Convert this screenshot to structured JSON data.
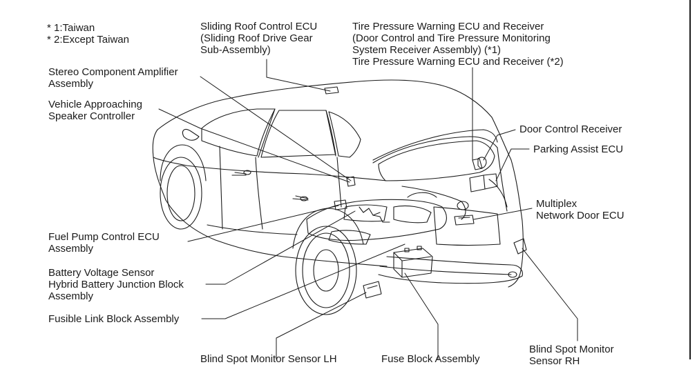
{
  "notes": {
    "line1": "* 1:Taiwan",
    "line2": "* 2:Except Taiwan"
  },
  "labels": {
    "sliding_roof": [
      "Sliding Roof Control ECU",
      "(Sliding Roof Drive Gear",
      "Sub-Assembly)"
    ],
    "tire_pressure": [
      "Tire Pressure Warning ECU and Receiver",
      "(Door Control and Tire Pressure Monitoring",
      "System Receiver Assembly) (*1)",
      "Tire Pressure Warning ECU and Receiver (*2)"
    ],
    "stereo_amp": [
      "Stereo Component Amplifier",
      "Assembly"
    ],
    "vehicle_approaching": [
      "Vehicle Approaching",
      "Speaker Controller"
    ],
    "door_control_receiver": "Door Control Receiver",
    "parking_assist": "Parking Assist ECU",
    "multiplex": [
      "Multiplex",
      "Network Door ECU"
    ],
    "fuel_pump": [
      "Fuel Pump Control ECU",
      "Assembly"
    ],
    "battery_voltage": [
      "Battery Voltage Sensor",
      "Hybrid Battery Junction Block",
      "Assembly"
    ],
    "fusible_link": "Fusible Link Block Assembly",
    "blind_spot_lh": "Blind Spot Monitor Sensor LH",
    "fuse_block": "Fuse Block Assembly",
    "blind_spot_rh": [
      "Blind Spot Monitor",
      "Sensor RH"
    ]
  },
  "colors": {
    "line": "#1a1a1a",
    "background": "#ffffff",
    "component_fill": "#ffffff"
  }
}
